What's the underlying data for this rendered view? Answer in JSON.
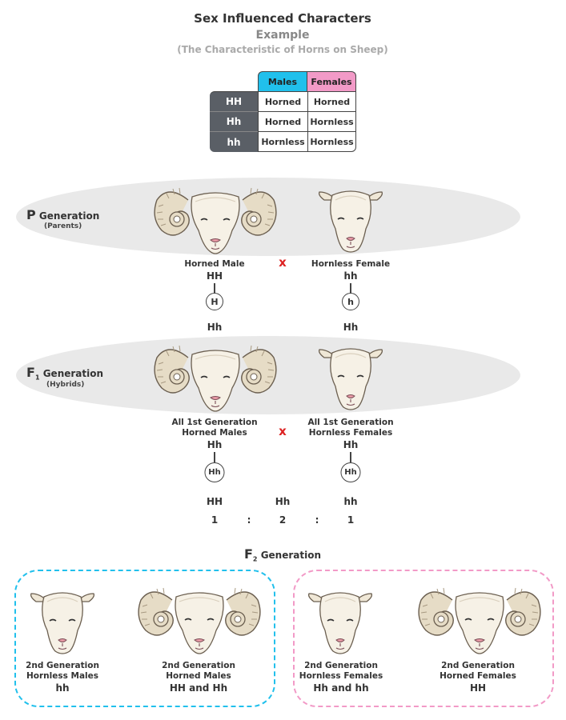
{
  "header": {
    "title": "Sex Influenced Characters",
    "subtitle": "Example",
    "caption": "(The Characteristic of Horns on Sheep)"
  },
  "genotype_table": {
    "columns": [
      "Males",
      "Females"
    ],
    "rows": [
      {
        "genotype": "HH",
        "males": "Horned",
        "females": "Horned"
      },
      {
        "genotype": "Hh",
        "males": "Horned",
        "females": "Hornless"
      },
      {
        "genotype": "hh",
        "males": "Hornless",
        "females": "Hornless"
      }
    ],
    "colors": {
      "males": "#21c0ec",
      "females": "#f29ac7",
      "genotype_bg": "#5a5f66"
    }
  },
  "p_generation": {
    "letter": "P",
    "label": "Generation",
    "sublabel": "(Parents)",
    "male_label": "Horned Male",
    "male_genotype": "HH",
    "female_label": "Hornless Female",
    "female_genotype": "hh",
    "cross_symbol": "x",
    "male_gamete": "H",
    "female_gamete": "h",
    "male_offspring": "Hh",
    "female_offspring": "Hh"
  },
  "f1_generation": {
    "letter": "F",
    "subscript": "1",
    "label": "Generation",
    "sublabel": "(Hybrids)",
    "male_label_line1": "All 1st Generation",
    "male_label_line2": "Horned Males",
    "male_genotype": "Hh",
    "female_label_line1": "All 1st Generation",
    "female_label_line2": "Hornless Females",
    "female_genotype": "Hh",
    "cross_symbol": "x",
    "male_gamete": "Hh",
    "female_gamete": "Hh"
  },
  "ratio": {
    "genotypes": [
      "HH",
      "Hh",
      "hh"
    ],
    "values": [
      "1",
      ":",
      "2",
      ":",
      "1"
    ]
  },
  "f2_generation": {
    "letter": "F",
    "subscript": "2",
    "label": "Generation",
    "males_box": {
      "color": "#21c0ec",
      "hornless": {
        "line1": "2nd Generation",
        "line2": "Hornless Males",
        "genotype": "hh"
      },
      "horned": {
        "line1": "2nd Generation",
        "line2": "Horned Males",
        "genotype": "HH and Hh"
      }
    },
    "females_box": {
      "color": "#f29ac7",
      "hornless": {
        "line1": "2nd Generation",
        "line2": "Hornless Females",
        "genotype": "Hh and hh"
      },
      "horned": {
        "line1": "2nd Generation",
        "line2": "Horned Females",
        "genotype": "HH"
      }
    }
  }
}
